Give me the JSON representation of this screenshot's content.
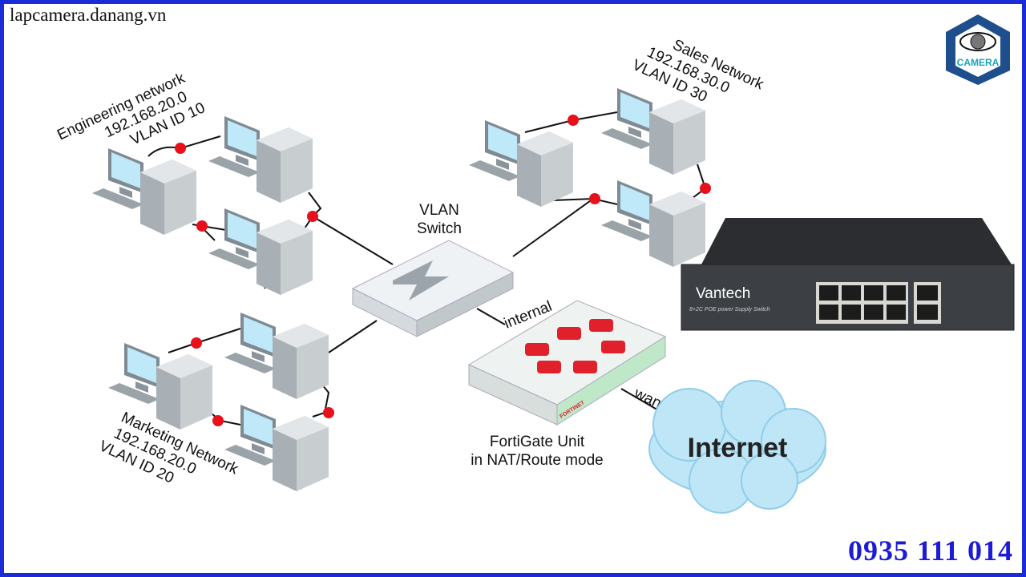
{
  "watermark": "lapcamera.danang.vn",
  "phone": "0935 111 014",
  "logo": {
    "text": "CAMERA",
    "color": "#1e4e8c"
  },
  "networks": {
    "engineering": {
      "name": "Engineering network",
      "ip": "192.168.20.0",
      "vlan": "VLAN ID 10"
    },
    "sales": {
      "name": "Sales Network",
      "ip": "192.168.30.0",
      "vlan": "VLAN ID 30"
    },
    "marketing": {
      "name": "Marketing Network",
      "ip": "192.168.20.0",
      "vlan": "VLAN ID 20"
    }
  },
  "switch": {
    "label1": "VLAN",
    "label2": "Switch"
  },
  "firewall": {
    "label1": "FortiGate Unit",
    "label2": "in NAT/Route mode",
    "port_internal": "internal",
    "port_wan": "wan1",
    "brand": "FORTINET"
  },
  "internet": "Internet",
  "product": {
    "brand": "Vantech",
    "subtitle": "8+2C POE power Supply Switch"
  },
  "colors": {
    "frame": "#1b2bd8",
    "link_dot": "#e8101a",
    "fortinet_red": "#e0202a",
    "cloud": "#bfe6f7"
  }
}
